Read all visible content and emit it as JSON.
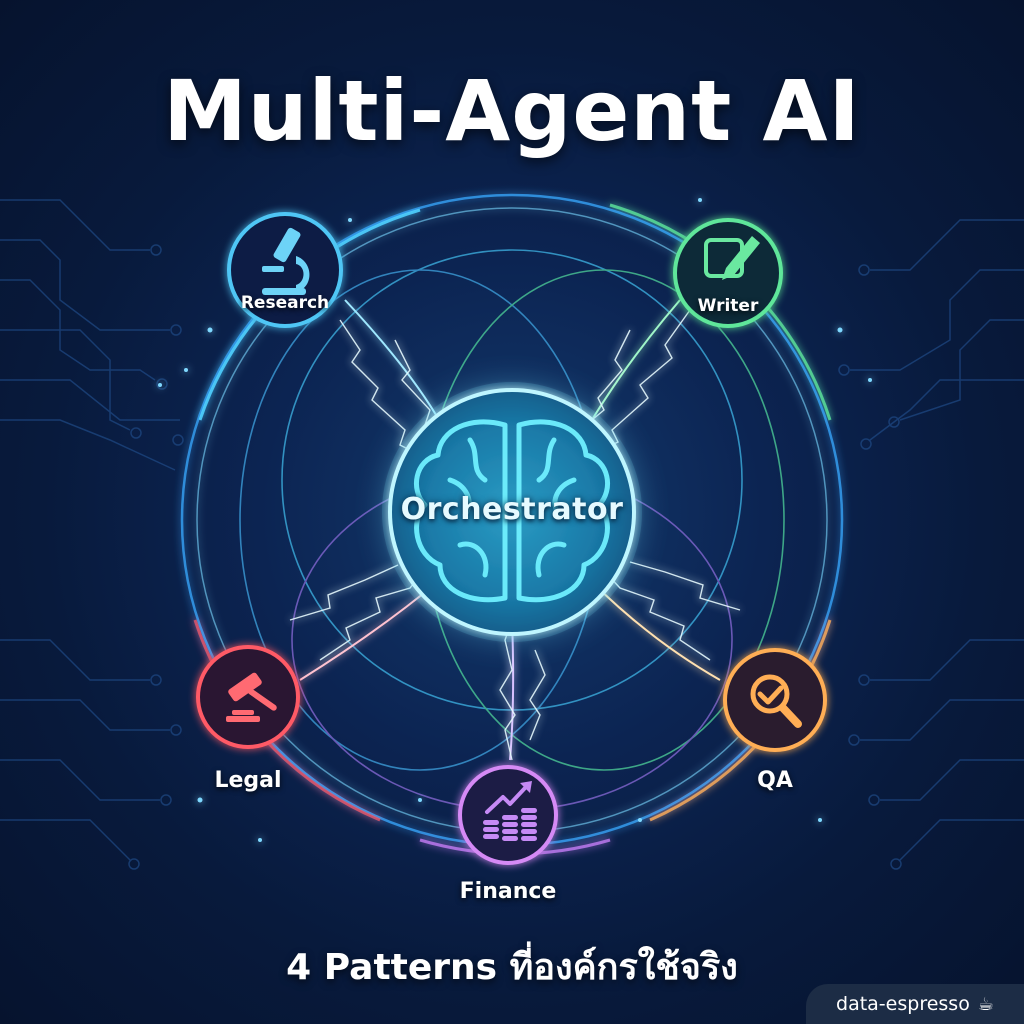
{
  "title": "Multi-Agent AI",
  "subtitle": "4 Patterns ที่องค์กรใช้จริง",
  "orchestrator": {
    "label": "Orchestrator",
    "icon": "brain-icon",
    "color": "#5fe0f5"
  },
  "agents": [
    {
      "id": "research",
      "label": "Research",
      "icon": "microscope-icon",
      "color": "#4fc6f5",
      "label_position": "inside"
    },
    {
      "id": "writer",
      "label": "Writer",
      "icon": "edit-pencil-icon",
      "color": "#5ee69a",
      "label_position": "inside"
    },
    {
      "id": "legal",
      "label": "Legal",
      "icon": "gavel-icon",
      "color": "#ff5a66",
      "label_position": "below"
    },
    {
      "id": "qa",
      "label": "QA",
      "icon": "magnifier-check-icon",
      "color": "#ffae55",
      "label_position": "below"
    },
    {
      "id": "finance",
      "label": "Finance",
      "icon": "coins-growth-icon",
      "color": "#c37cf5",
      "label_position": "below"
    }
  ],
  "brand": {
    "label": "data-espresso",
    "icon": "coffee-cup-icon"
  }
}
